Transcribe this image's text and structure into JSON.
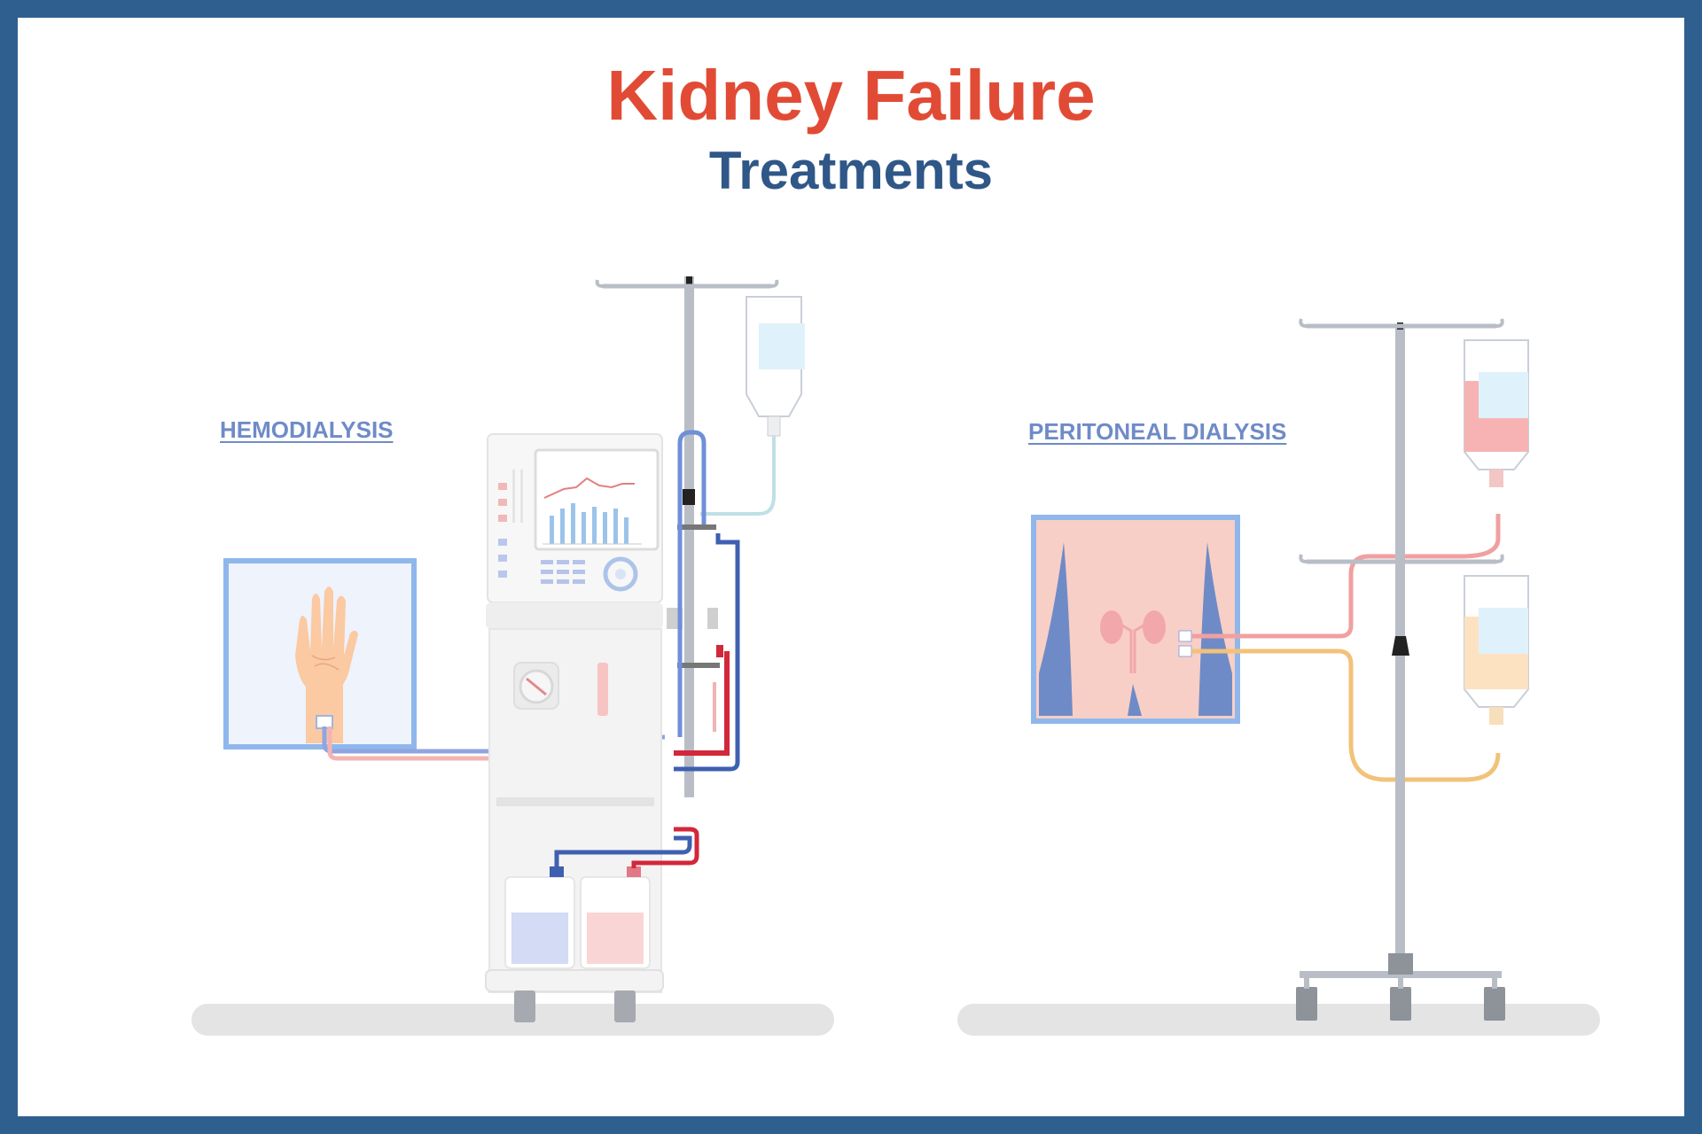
{
  "title": "Kidney Failure",
  "subtitle": "Treatments",
  "sections": {
    "hemodialysis": {
      "label": "HEMODIALYSIS"
    },
    "peritoneal": {
      "label": "PERITONEAL DIALYSIS"
    }
  },
  "colors": {
    "border": "#2f5f8f",
    "title": "#e14b35",
    "subtitle": "#2f5788",
    "label": "#6f8bc7",
    "blood_red": "#d3273a",
    "blood_blue": "#3f5fb0",
    "tube_pink": "#f3b4b4",
    "tube_yellow": "#f2c27a",
    "pole_gray": "#b9bec6",
    "panel_blue": "#8fb7ec"
  },
  "icons": [
    "hand-icon",
    "kidney-icon",
    "iv-bag-icon",
    "monitor-chart-icon",
    "pump-icon",
    "canister-icon"
  ]
}
